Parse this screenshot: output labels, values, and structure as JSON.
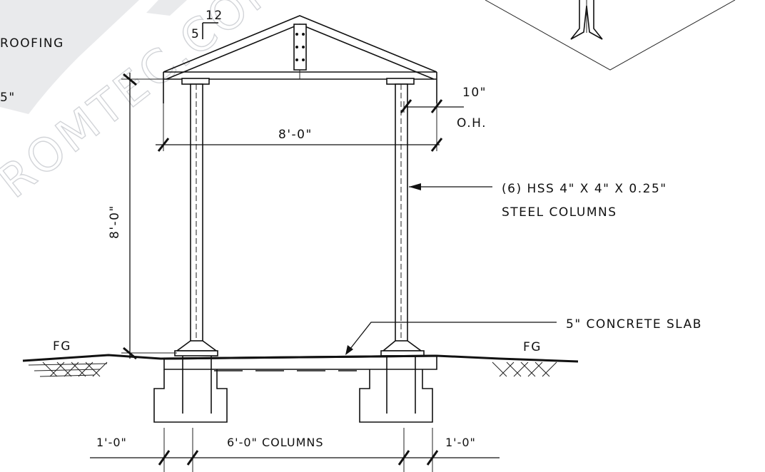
{
  "watermark": "ROMTEC.COM",
  "labels": {
    "roofing": "ROOFING",
    "left_partial": "5\"",
    "pitch_rise": "5",
    "pitch_run": "12",
    "overhang_value": "10\"",
    "overhang_abbr": "O.H.",
    "width_dim": "8'-0\"",
    "height_dim": "8'-0\"",
    "column_callout_line1": "(6) HSS 4\" X 4\" X 0.25\"",
    "column_callout_line2": "STEEL COLUMNS",
    "slab_callout": "5\" CONCRETE SLAB",
    "fg_left": "FG",
    "fg_right": "FG",
    "footing_left_dim": "1'-0\"",
    "column_spacing_dim": "6'-0\" COLUMNS",
    "footing_right_dim": "1'-0\""
  }
}
